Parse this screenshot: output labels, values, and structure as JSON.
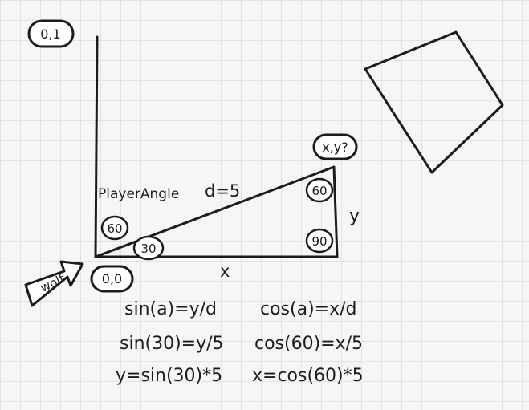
{
  "labels": {
    "origin_top": "0,1",
    "origin": "0,0",
    "target": "x,y?",
    "player_angle": "PlayerAngle",
    "hypotenuse": "d=5",
    "side_x": "x",
    "side_y": "y",
    "wolf": "wolf"
  },
  "angles": {
    "near_axis": "60",
    "origin": "30",
    "top_right": "60",
    "right_angle": "90"
  },
  "equations": {
    "left": [
      "sin(a)=y/d",
      "sin(30)=y/5",
      "y=sin(30)*5"
    ],
    "right": [
      "cos(a)=x/d",
      "cos(60)=x/5",
      "x=cos(60)*5"
    ]
  },
  "colors": {
    "ink": "#1c1c1c",
    "background": "#f6f6f6",
    "grid": "#e3e3e3",
    "fill": "#ffffff"
  }
}
